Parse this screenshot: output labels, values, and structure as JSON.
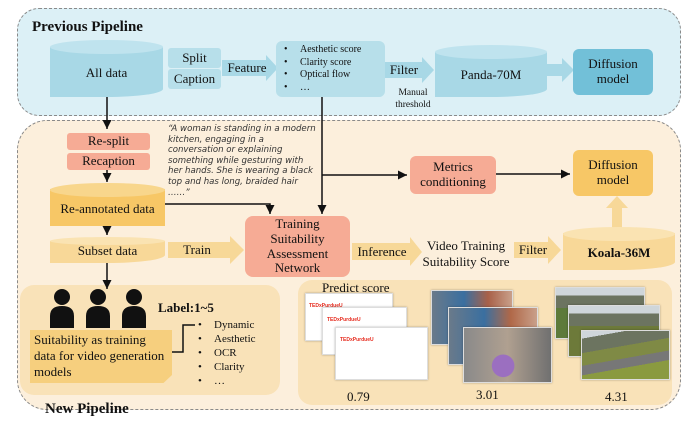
{
  "previous": {
    "title": "Previous Pipeline",
    "all_data": "All data",
    "split": "Split",
    "caption": "Caption",
    "feature": "Feature",
    "features": [
      "Aesthetic score",
      "Clarity score",
      "Optical flow",
      "…"
    ],
    "filter": "Filter",
    "manual_threshold": "Manual threshold",
    "panda": "Panda-70M",
    "diffusion": "Diffusion model"
  },
  "new": {
    "title": "New Pipeline",
    "resplit": "Re-split",
    "recaption": "Recaption",
    "caption_example": "“A woman is standing in a modern kitchen, engaging in a conversation or explaining something while gesturing with her hands. She is wearing a black top and has long, braided hair ……”",
    "reannotated": "Re-annotated data",
    "subset": "Subset data",
    "train": "Train",
    "tsan": "Training Suitability Assessment Network",
    "metrics": "Metrics conditioning",
    "diffusion": "Diffusion model",
    "inference": "Inference",
    "score_label": "Video Training Suitability Score",
    "filter": "Filter",
    "koala": "Koala-36M",
    "label_range": "Label:1~5",
    "suitability_note": "Suitability as training data for video generation models",
    "criteria": [
      "Dynamic",
      "Aesthetic",
      "OCR",
      "Clarity",
      "…"
    ],
    "predict_title": "Predict score",
    "scores": [
      "0.79",
      "3.01",
      "4.31"
    ],
    "thumb_brand": "TEDxPurdueU"
  },
  "colors": {
    "prev_bg": "#dcf0f6",
    "new_bg": "#fcefdc",
    "blue": "#a8d8e6",
    "blue_dark": "#72c0d8",
    "salmon": "#f6ab95",
    "gold": "#f7c766",
    "gold_light": "#f8dba0"
  }
}
